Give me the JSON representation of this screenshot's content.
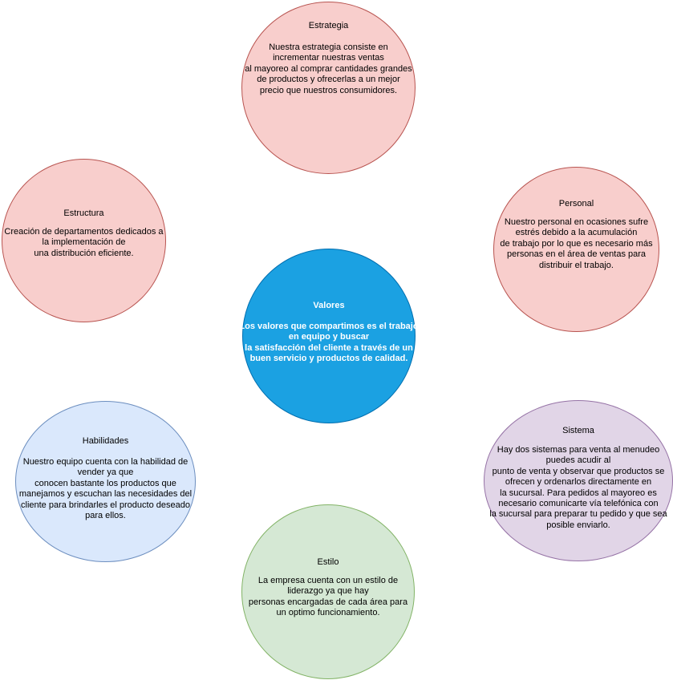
{
  "nodes": {
    "estrategia": {
      "title": "Estrategia",
      "body": "Nuestra estrategia consiste en\nincrementar nuestras ventas\nal mayoreo al comprar cantidades grandes\nde productos y ofrecerlas a un mejor\nprecio que nuestros consumidores.",
      "fill": "#f8cecc",
      "stroke": "#b85450"
    },
    "estructura": {
      "title": "Estructura",
      "body": "Creación de departamentos dedicados a\nla implementación de\nuna  distribución eficiente.",
      "fill": "#f8cecc",
      "stroke": "#b85450"
    },
    "personal": {
      "title": "Personal",
      "body": "Nuestro personal en ocasiones sufre\nestrés debido a la acumulación\nde trabajo por lo que es necesario más\npersonas en el área de ventas para\ndistribuir el trabajo.",
      "fill": "#f8cecc",
      "stroke": "#b85450"
    },
    "valores": {
      "title": "Valores",
      "body": "Los valores que compartimos es el trabajo\nen equipo y buscar\nla satisfacción del cliente a través de un\nbuen servicio y productos de calidad.",
      "fill": "#1ba1e2",
      "stroke": "#006eaf"
    },
    "habilidades": {
      "title": "Habilidades",
      "body": "Nuestro equipo cuenta con la habilidad de\nvender ya que\nconocen bastante los productos que\nmanejamos y escuchan las necesidades del\ncliente para brindarles el producto deseado\npara ellos.",
      "fill": "#dae8fc",
      "stroke": "#6c8ebf"
    },
    "sistema": {
      "title": "Sistema",
      "body": "Hay dos sistemas para venta al menudeo\npuedes acudir al\npunto de venta y observar que productos se\nofrecen y ordenarlos directamente en\nla sucursal. Para pedidos al mayoreo es\nnecesario comunicarte vía telefónica con\nla sucursal para preparar tu pedido y que sea\nposible enviarlo.",
      "fill": "#e1d5e7",
      "stroke": "#9673a6"
    },
    "estilo": {
      "title": "Estilo",
      "body": "La empresa cuenta con un estilo de\nliderazgo ya que hay\npersonas encargadas de cada área para\nun optimo funcionamiento.",
      "fill": "#d5e8d4",
      "stroke": "#82b366"
    }
  }
}
